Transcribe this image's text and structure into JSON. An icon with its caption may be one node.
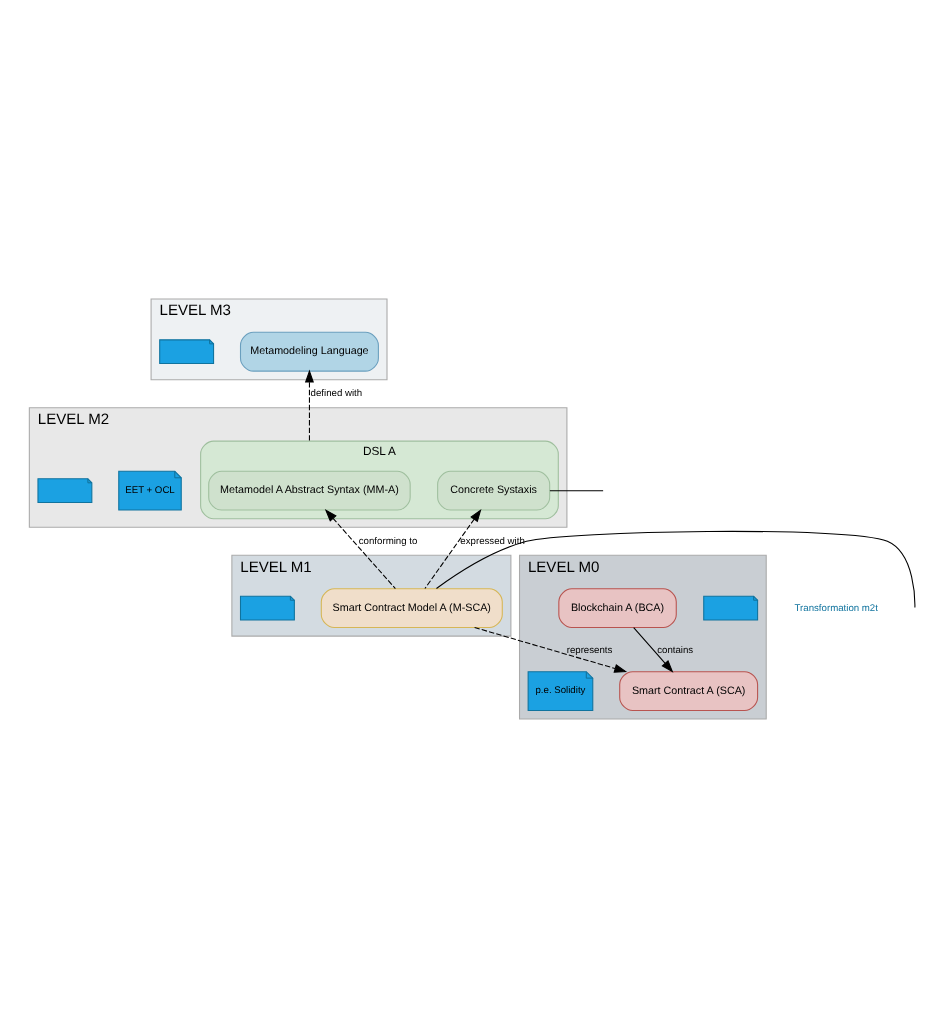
{
  "diagram": {
    "nodes": [
      {
        "text": [
          "LEVEL M3"
        ]
      },
      {
        "text": [
          "Metamodeling Language"
        ],
        "in": 0
      },
      {
        "text": [],
        "shape": "note",
        "in": 0
      },
      {
        "text": [
          "LEVEL M2"
        ]
      },
      {
        "text": [
          "DSL A"
        ],
        "in": 3
      },
      {
        "text": [
          "EET + OCL"
        ],
        "in": 3
      },
      {
        "text": [
          "Metamodel A Abstract Syntax (MM-A)"
        ],
        "in": 4
      },
      {
        "text": [
          "Concrete Systaxis"
        ],
        "in": 4
      },
      {
        "text": [],
        "shape": "note",
        "in": 3
      },
      {
        "text": [
          "LEVEL M1"
        ]
      },
      {
        "text": [
          "Smart Contract Model A (M-SCA)"
        ],
        "in": 9
      },
      {
        "text": [],
        "shape": "note",
        "in": 9
      },
      {
        "text": [
          "LEVEL M0"
        ]
      },
      {
        "text": [],
        "shape": "note",
        "in": 12
      },
      {
        "text": [
          "Blockchain A (BCA)"
        ],
        "in": 12
      },
      {
        "text": [
          "p.e. Solidity"
        ],
        "in": 12
      },
      {
        "text": [
          "Smart Contract A (SCA)"
        ],
        "in": 12
      }
    ],
    "edges": [
      {
        "from": 4,
        "to": 1,
        "arrow": "to",
        "label": "defined with",
        "style": "dashed"
      },
      {
        "from": 10,
        "to": 6,
        "arrow": "to",
        "label": "conforming to",
        "style": "dashed"
      },
      {
        "from": 10,
        "to": 7,
        "arrow": "to",
        "label": "expressed with",
        "style": "dashed"
      },
      {
        "from": 7,
        "to": null,
        "arrow": "none"
      },
      {
        "from": 10,
        "to": null,
        "arrow": "none"
      },
      {
        "from": 10,
        "to": 16,
        "arrow": "to",
        "label": "represents",
        "style": "dashed"
      },
      {
        "from": 14,
        "to": 16,
        "arrow": "to",
        "label": "contains"
      }
    ],
    "labels": [
      "Transformation m2t"
    ]
  }
}
